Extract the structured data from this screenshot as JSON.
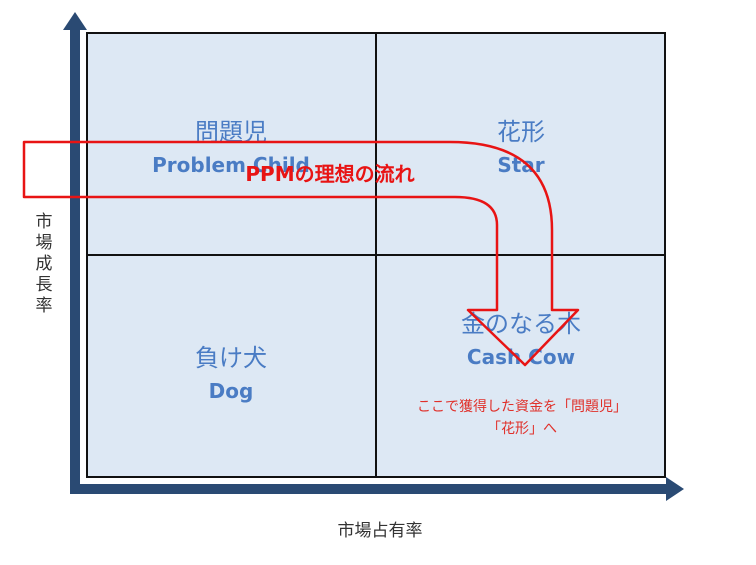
{
  "quadrants": [
    {
      "jp": "問題児",
      "en": "Problem Child"
    },
    {
      "jp": "花形",
      "en": "Star"
    },
    {
      "jp": "負け犬",
      "en": "Dog"
    },
    {
      "jp": "金のなる木",
      "en": "Cash Cow"
    }
  ],
  "axes": {
    "y": "市場成長率",
    "x": "市場占有率"
  },
  "flow": {
    "title": "PPMの理想の流れ",
    "note_line1": "ここで獲得した資金を「問題児」",
    "note_line2": "「花形」へ"
  },
  "colors": {
    "axis": "#2a4a73",
    "quadrant_text": "#4a7cc4",
    "arrow": "#e81414",
    "background": "#dde8f4"
  }
}
